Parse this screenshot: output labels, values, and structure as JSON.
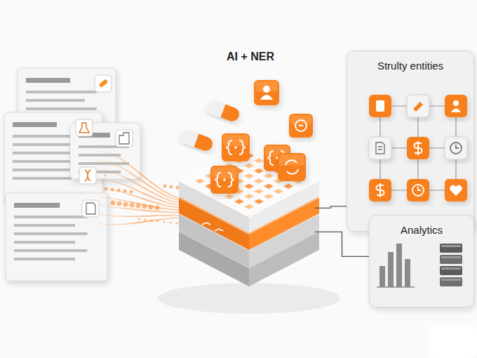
{
  "diagram": {
    "nodes": [
      {
        "text": [
          "AI + NER"
        ]
      },
      {
        "text": [
          "Strulty entities"
        ]
      },
      {
        "text": [
          "Analytics"
        ]
      }
    ],
    "edges": [
      {
        "from": 0,
        "to": 1,
        "arrow": "none"
      },
      {
        "from": 0,
        "to": 2,
        "arrow": "none"
      }
    ]
  }
}
